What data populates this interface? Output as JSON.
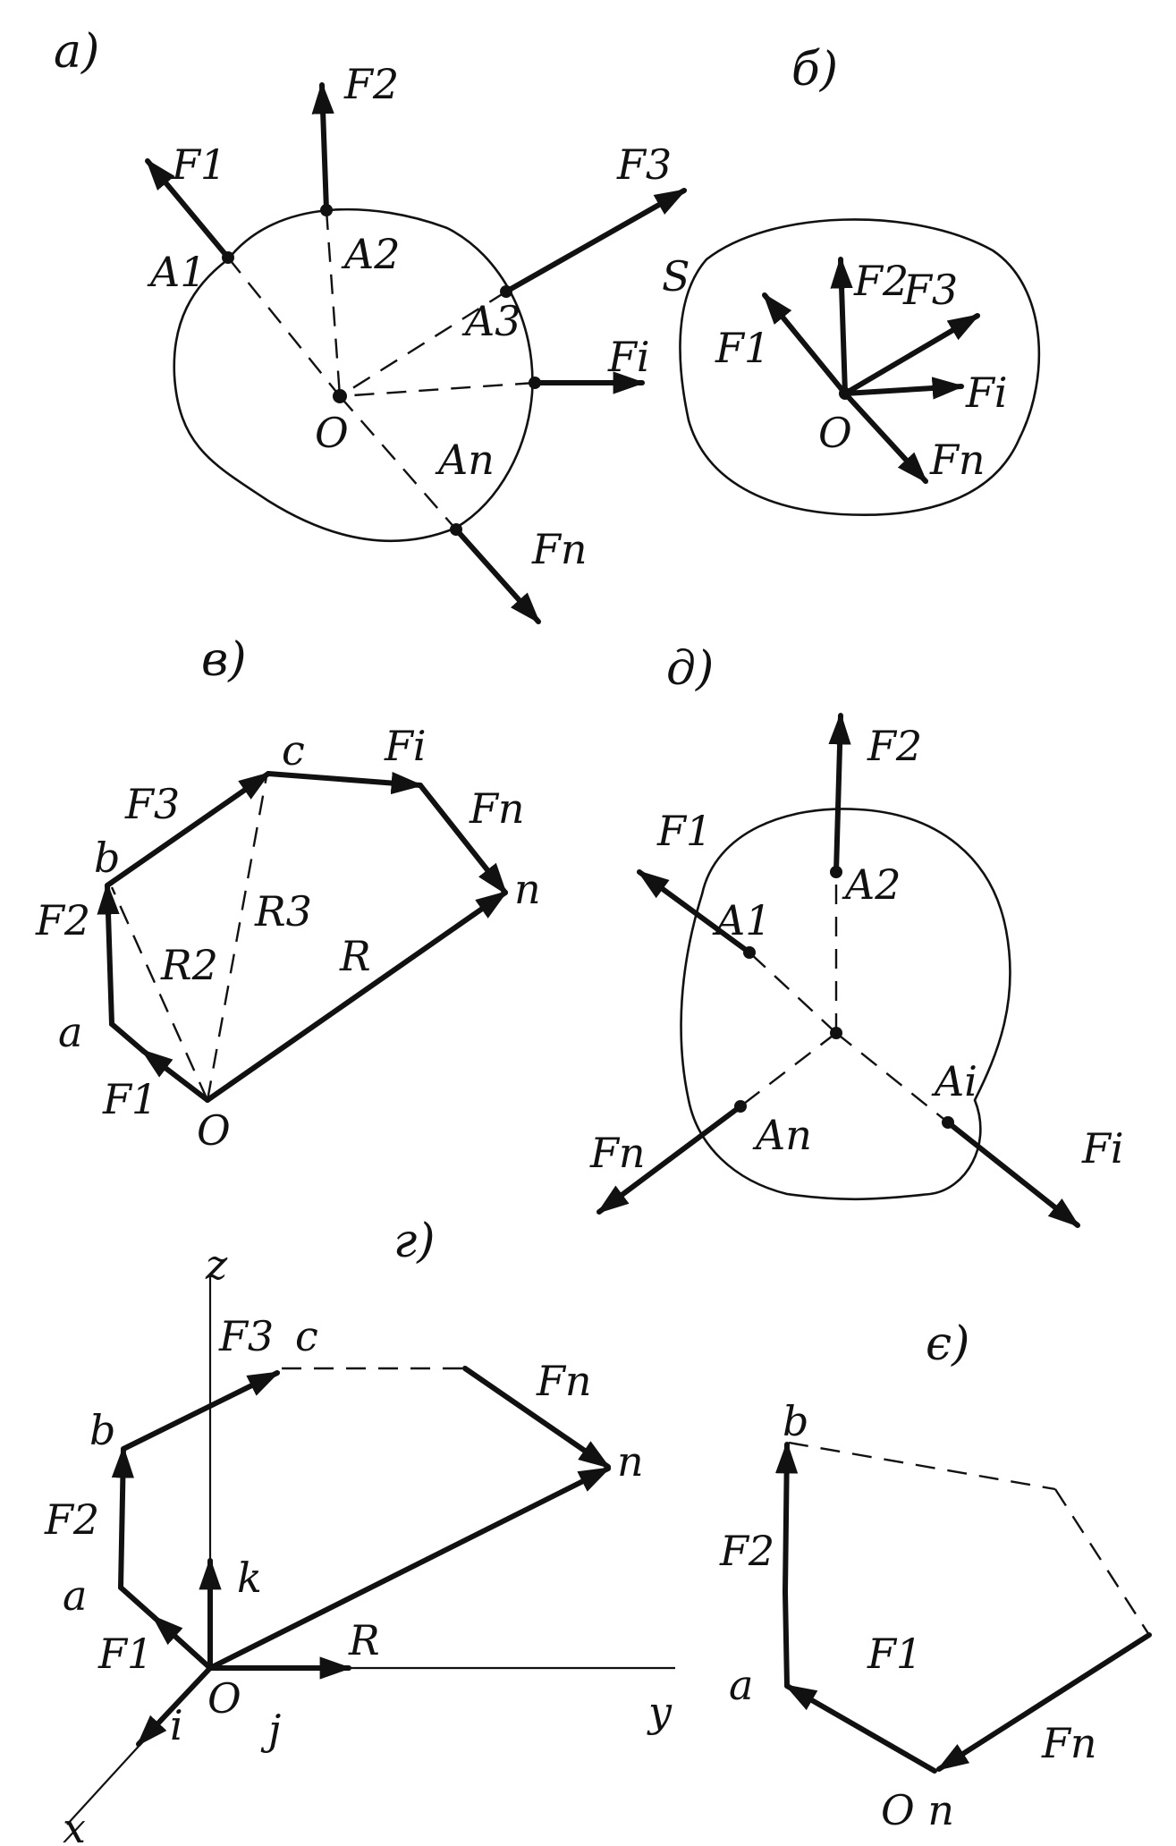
{
  "panels": {
    "a": "а)",
    "b": "б)",
    "v": "в)",
    "d": "д)",
    "g": "г)",
    "e": "є)"
  },
  "a": {
    "F1": "F1",
    "F2": "F2",
    "F3": "F3",
    "Fi": "Fi",
    "Fn": "Fn",
    "A1": "A1",
    "A2": "A2",
    "A3": "A3",
    "An": "An",
    "O": "O"
  },
  "b": {
    "S": "S",
    "F1": "F1",
    "F2": "F2",
    "F3": "F3",
    "Fi": "Fi",
    "Fn": "Fn",
    "O": "O"
  },
  "v": {
    "c": "c",
    "b": "b",
    "a": "a",
    "n": "n",
    "O": "O",
    "Fi": "Fi",
    "Fn": "Fn",
    "F3": "F3",
    "F2": "F2",
    "F1": "F1",
    "R2": "R2",
    "R3": "R3",
    "R": "R"
  },
  "d": {
    "F1": "F1",
    "F2": "F2",
    "A1": "A1",
    "A2": "A2",
    "Ai": "Ai",
    "An": "An",
    "Fn": "Fn",
    "Fi": "Fi"
  },
  "g": {
    "z": "z",
    "x": "x",
    "y": "y",
    "O": "O",
    "c": "c",
    "b": "b",
    "a": "a",
    "n": "n",
    "F3": "F3",
    "Fn": "Fn",
    "F2": "F2",
    "F1": "F1",
    "k": "k",
    "R": "R",
    "i": "i",
    "j": "j"
  },
  "e": {
    "b": "b",
    "a": "a",
    "On": "O n",
    "F2": "F2",
    "F1": "F1",
    "Fn": "Fn"
  }
}
